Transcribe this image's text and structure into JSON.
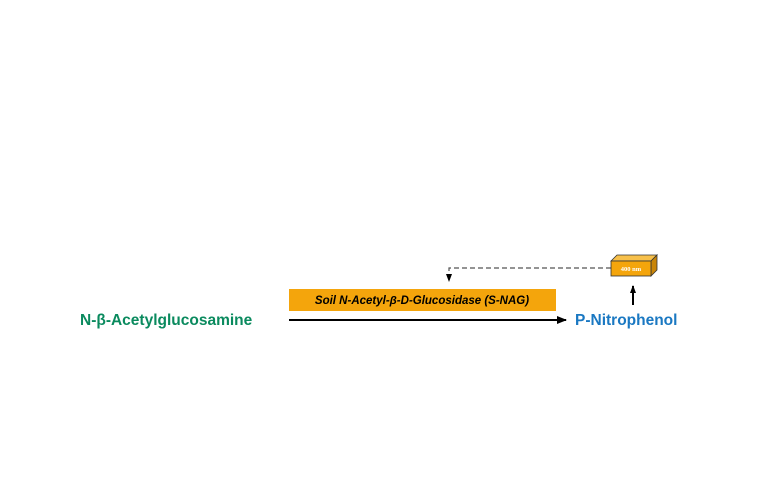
{
  "diagram": {
    "substrate": {
      "label": "N-β-Acetylglucosamine",
      "color": "#0a8a5e"
    },
    "product": {
      "label": "P-Nitrophenol",
      "color": "#1a78c2"
    },
    "enzyme": {
      "label": "Soil N-Acetyl-β-D-Glucosidase (S-NAG)",
      "fill": "#f4a50c"
    },
    "detector": {
      "label": "400 nm",
      "fill": "#f4a50c"
    }
  }
}
